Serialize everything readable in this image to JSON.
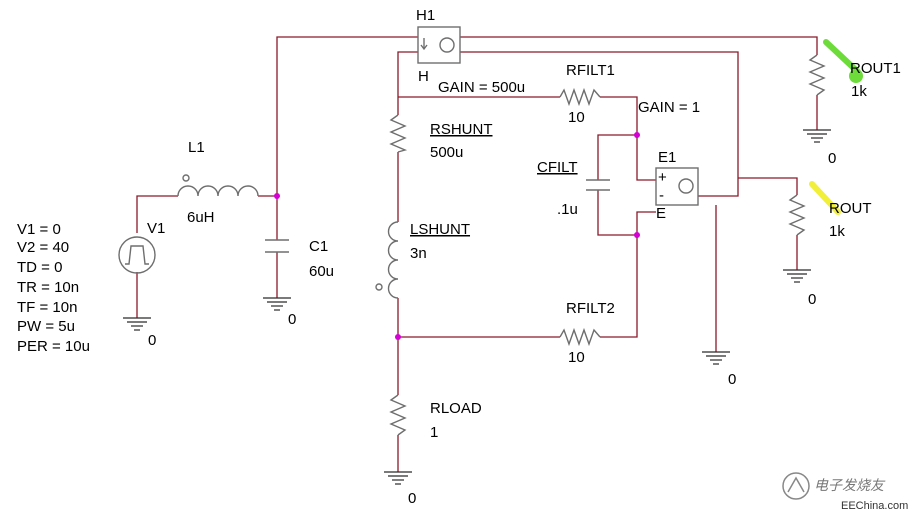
{
  "colors": {
    "wire": "#8b1a2b",
    "component": "#6e6e6e",
    "junction": "#d400d4",
    "highlight_green": "#6ddc3b",
    "highlight_yellow": "#f2ef3a"
  },
  "source": {
    "ref": "V1",
    "params": [
      "V1 = 0",
      "V2 = 40",
      "TD = 0",
      "TR = 10n",
      "TF = 10n",
      "PW = 5u",
      "PER = 10u"
    ],
    "ground": "0"
  },
  "inductor_l1": {
    "ref": "L1",
    "value": "6uH"
  },
  "capacitor_c1": {
    "ref": "C1",
    "value": "60u",
    "ground": "0"
  },
  "ccvs_h1": {
    "ref": "H1",
    "pin": "H",
    "gain": "GAIN = 500u"
  },
  "rfilt1": {
    "ref": "RFILT1",
    "value": "10"
  },
  "rshunt": {
    "ref": "RSHUNT",
    "value": "500u"
  },
  "lshunt": {
    "ref": "LSHUNT",
    "value": "3n"
  },
  "cfilt": {
    "ref": "CFILT",
    "value": ".1u"
  },
  "vcvs_e1": {
    "ref": "E1",
    "gain": "GAIN = 1",
    "plus": "+",
    "minus": "-",
    "pin": "E",
    "ground": "0"
  },
  "rfilt2": {
    "ref": "RFILT2",
    "value": "10"
  },
  "rload": {
    "ref": "RLOAD",
    "value": "1",
    "ground": "0"
  },
  "rout1": {
    "ref": "ROUT1",
    "value": "1k",
    "ground": "0"
  },
  "rout": {
    "ref": "ROUT",
    "value": "1k",
    "ground": "0"
  },
  "watermark": {
    "text": "EEChina.com",
    "logo_text": "电子发烧友"
  }
}
